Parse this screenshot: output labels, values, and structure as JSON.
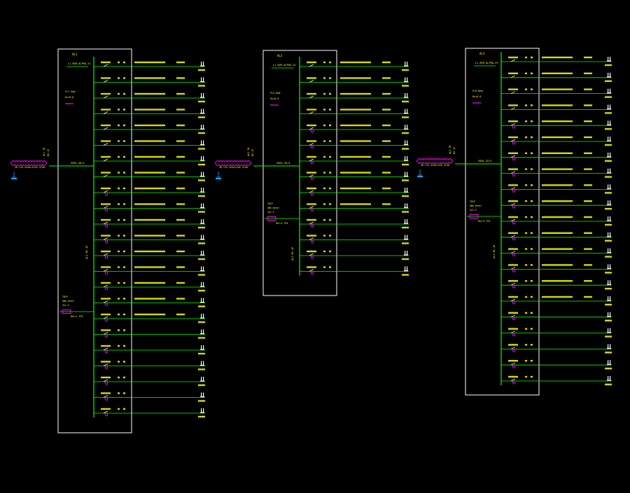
{
  "colors": {
    "background": "#000000",
    "frame": "#ffffff",
    "bus": "#00ff00",
    "circuit_line": "#00ff00",
    "label_text": "#ffff00",
    "rcd_mark": "#ff00ff",
    "feeder_cloud": "#ff00ff",
    "load_icon": "#ffffff",
    "ground_icon": "#00aaff"
  },
  "panels": [
    {
      "id": "panel-1",
      "header": "AL1",
      "incoming": "L1-BVR-ALPHA-21",
      "circuit_count": 23,
      "rcd_from": 8,
      "annotations": [
        "P=7.5kW",
        "Kx=0.8"
      ],
      "meter": "Ref=1 TF8",
      "side_label": "AL1 BV-1E",
      "feeder": "ZR-YJV-4X16+1X10 SC50",
      "main_breaker": "3SB1-40/3"
    },
    {
      "id": "panel-2",
      "header": "AL2",
      "incoming": "L1-BVR-ALPHA-22",
      "circuit_count": 14,
      "rcd_from": 4,
      "annotations": [
        "P=5.0kW",
        "Kx=0.8"
      ],
      "meter": "Ref=2 TF8",
      "side_label": "AL2 BV-1E",
      "feeder": "ZR-YJV-4X10+1X6 SC40",
      "main_breaker": "3SB1-32/3"
    },
    {
      "id": "panel-3",
      "header": "AL3",
      "incoming": "L1-BVR-ALPHA-23",
      "circuit_count": 21,
      "rcd_from": 4,
      "annotations": [
        "P=6.0kW",
        "Kx=0.8"
      ],
      "meter": "Ref=3 TF8",
      "side_label": "AL3 BV-1E",
      "feeder": "ZR-YJV-4X10+1X6 SC40",
      "main_breaker": "3SB1-32/3"
    }
  ]
}
